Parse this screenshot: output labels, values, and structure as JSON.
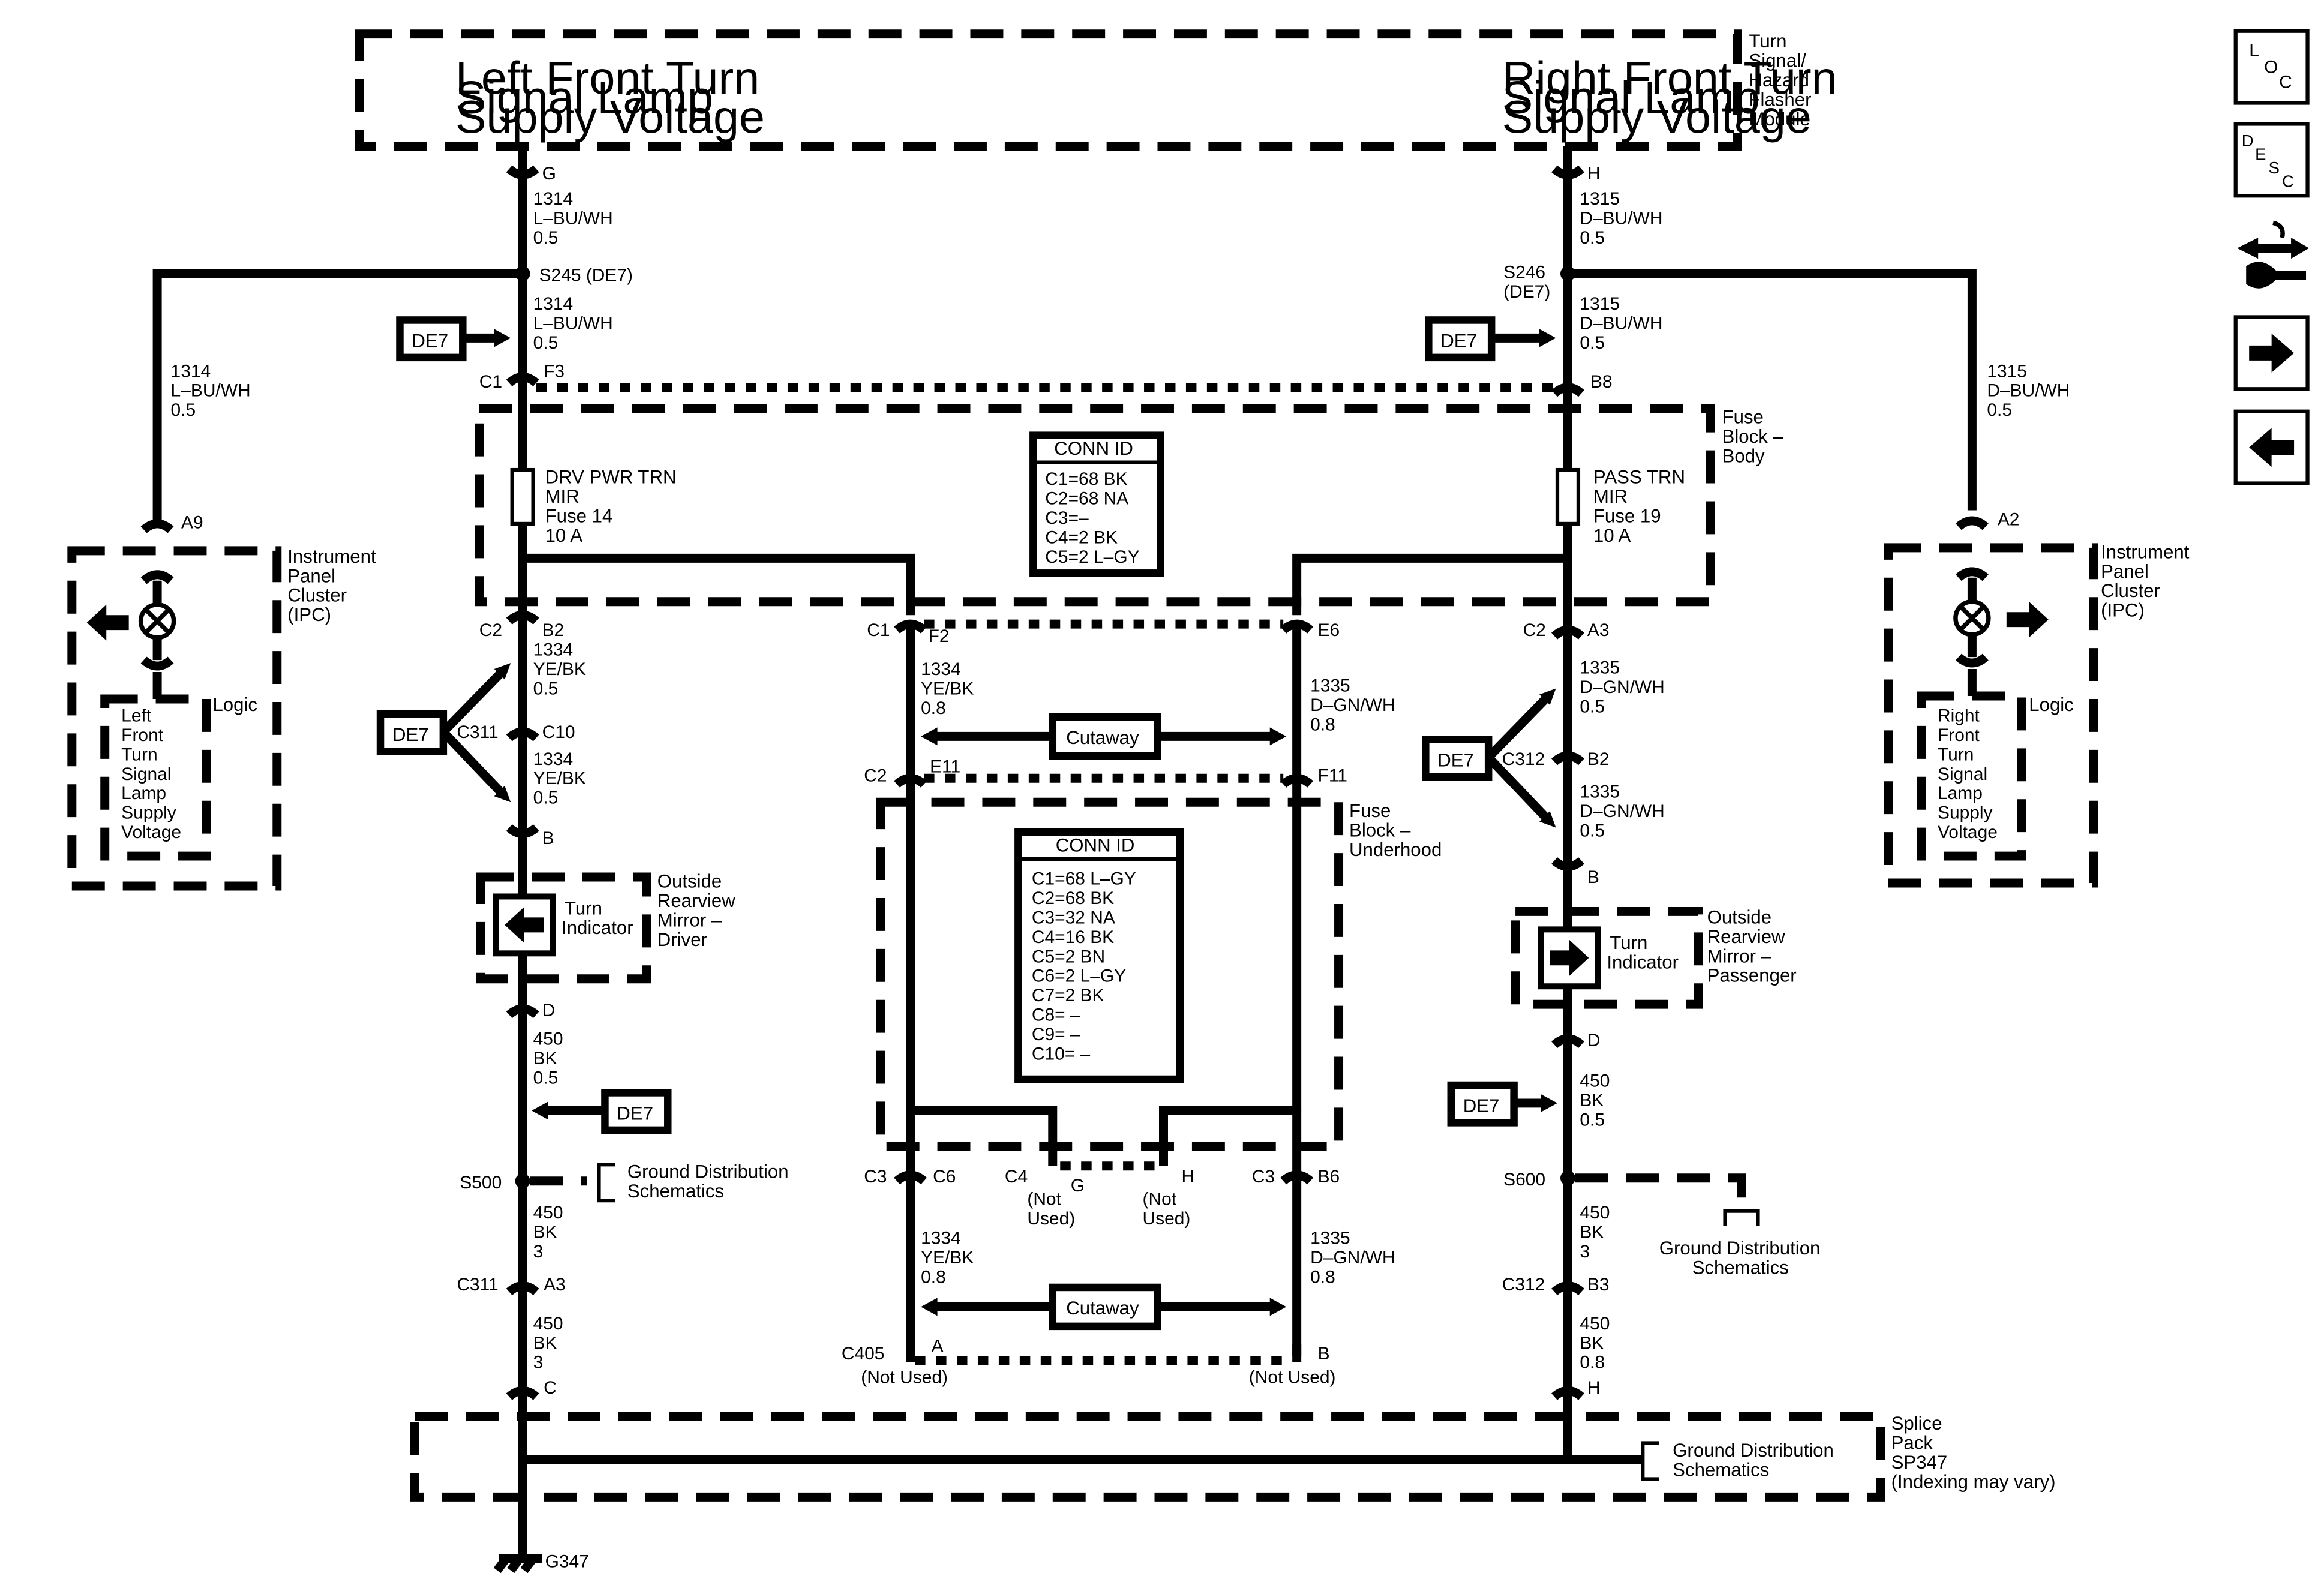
{
  "modules": {
    "flasher": {
      "title": [
        "Turn",
        "Signal/",
        "Hazard",
        "Flasher",
        "Module"
      ],
      "left_output": [
        "Left Front Turn",
        "Signal Lamp",
        "Supply Voltage"
      ],
      "right_output": [
        "Right Front Turn",
        "Signal Lamp",
        "Supply Voltage"
      ]
    },
    "fuse_block_body": {
      "title": [
        "Fuse",
        "Block –",
        "Body"
      ],
      "fuse_left": [
        "DRV PWR TRN",
        "MIR",
        "Fuse 14",
        "10 A"
      ],
      "fuse_right": [
        "PASS TRN",
        "MIR",
        "Fuse 19",
        "10 A"
      ],
      "conn_title": "CONN ID",
      "conn_list": [
        "C1=68 BK",
        "C2=68 NA",
        "C3=–",
        "C4=2 BK",
        "C5=2 L–GY"
      ]
    },
    "fuse_block_underhood": {
      "title": [
        "Fuse",
        "Block –",
        "Underhood"
      ],
      "conn_title": "CONN ID",
      "conn_list": [
        "C1=68 L–GY",
        "C2=68 BK",
        "C3=32 NA",
        "C4=16 BK",
        "C5=2 BN",
        "C6=2 L–GY",
        "C7=2 BK",
        "C8= –",
        "C9= –",
        "C10= –"
      ]
    },
    "ipc_left": {
      "title": [
        "Instrument",
        "Panel",
        "Cluster",
        "(IPC)"
      ],
      "logic": "Logic",
      "label": [
        "Left",
        "Front",
        "Turn",
        "Signal",
        "Lamp",
        "Supply",
        "Voltage"
      ]
    },
    "ipc_right": {
      "title": [
        "Instrument",
        "Panel",
        "Cluster",
        "(IPC)"
      ],
      "logic": "Logic",
      "label": [
        "Right",
        "Front",
        "Turn",
        "Signal",
        "Lamp",
        "Supply",
        "Voltage"
      ]
    },
    "mirror_driver": {
      "indicator": [
        "Turn",
        "Indicator"
      ],
      "title": [
        "Outside",
        "Rearview",
        "Mirror –",
        "Driver"
      ]
    },
    "mirror_passenger": {
      "indicator": [
        "Turn",
        "Indicator"
      ],
      "title": [
        "Outside",
        "Rearview",
        "Mirror –",
        "Passenger"
      ]
    },
    "splice_pack": {
      "title": [
        "Splice",
        "Pack",
        "SP347",
        "(Indexing may vary)"
      ]
    }
  },
  "wires": {
    "w1314": [
      "1314",
      "L–BU/WH",
      "0.5"
    ],
    "w1315": [
      "1315",
      "D–BU/WH",
      "0.5"
    ],
    "w1334_05": [
      "1334",
      "YE/BK",
      "0.5"
    ],
    "w1334_08": [
      "1334",
      "YE/BK",
      "0.8"
    ],
    "w1335_05": [
      "1335",
      "D–GN/WH",
      "0.5"
    ],
    "w1335_08": [
      "1335",
      "D–GN/WH",
      "0.8"
    ],
    "w450_05": [
      "450",
      "BK",
      "0.5"
    ],
    "w450_3": [
      "450",
      "BK",
      "3"
    ],
    "w450_08": [
      "450",
      "BK",
      "0.8"
    ]
  },
  "pins": {
    "G": "G",
    "H": "H",
    "F3": "F3",
    "B8": "B8",
    "A9": "A9",
    "A2": "A2",
    "B2": "B2",
    "A3": "A3",
    "F2": "F2",
    "E6": "E6",
    "E11": "E11",
    "F11": "F11",
    "C10": "C10",
    "B": "B",
    "D": "D",
    "C6": "C6",
    "B6": "B6",
    "A": "A",
    "C": "C",
    "B3": "B3",
    "pG": "G",
    "pH": "H"
  },
  "connectors": {
    "C1": "C1",
    "C2": "C2",
    "C3": "C3",
    "C4": "C4",
    "C311": "C311",
    "C312": "C312",
    "C405": "C405"
  },
  "splices": {
    "s245": "S245 (DE7)",
    "s246a": "S246",
    "s246b": "(DE7)",
    "s500": "S500",
    "s600": "S600"
  },
  "misc": {
    "de7": "DE7",
    "cutaway": "Cutaway",
    "not_used": [
      "(Not",
      "Used)"
    ],
    "not_used_inline": "(Not Used)",
    "ground_dist": [
      "Ground Distribution",
      "Schematics"
    ],
    "ground": "G347"
  },
  "nav": {
    "loc": [
      "L",
      "O",
      "C"
    ],
    "desc": [
      "D",
      "E",
      "S",
      "C"
    ],
    "icons": [
      "connector-icon",
      "arrow-right-icon",
      "arrow-left-icon"
    ]
  }
}
